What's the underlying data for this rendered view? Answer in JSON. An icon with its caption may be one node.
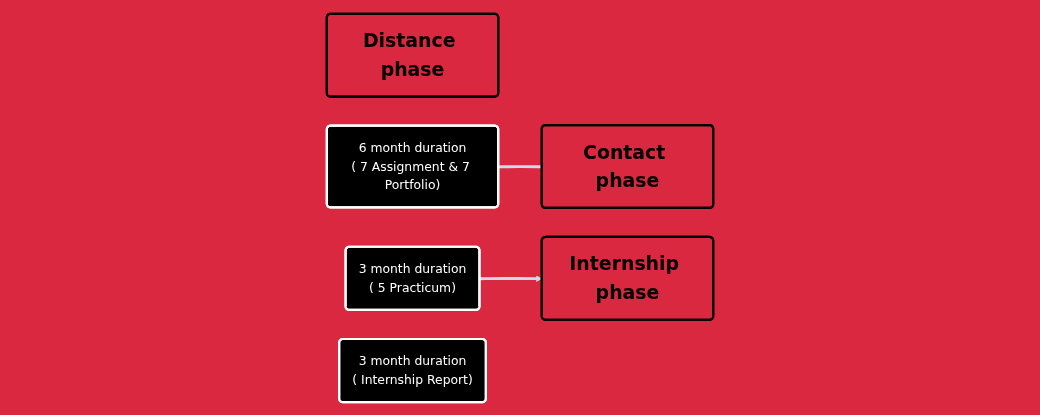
{
  "diagram": {
    "nodes": [
      {
        "text": [
          "Distance phase"
        ]
      },
      {
        "text": [
          "6 month duration",
          "( 7 Assignment & 7 Portfolio)"
        ]
      },
      {
        "text": [
          "Contact phase"
        ]
      },
      {
        "text": [
          "3 month duration",
          "( 5 Practicum)"
        ]
      },
      {
        "text": [
          "Internship phase"
        ]
      },
      {
        "text": [
          "3 month duration",
          "( Internship Report)"
        ]
      }
    ],
    "edges": [
      {
        "from": 1,
        "to": 2,
        "arrow": "none"
      },
      {
        "from": 3,
        "to": 4,
        "arrow": "to"
      }
    ]
  }
}
